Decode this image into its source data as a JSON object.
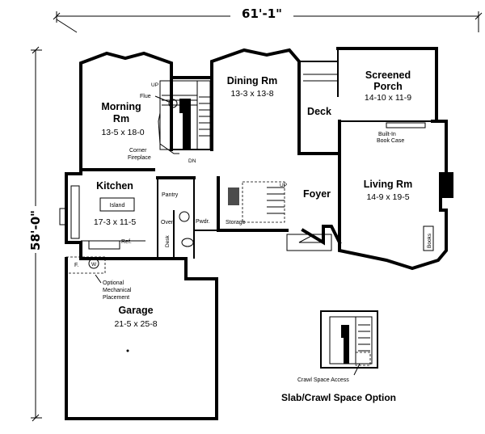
{
  "dimensions": {
    "width": "61'-1\"",
    "depth": "58'-0\""
  },
  "rooms": {
    "morning": {
      "name_line1": "Morning",
      "name_line2": "Rm",
      "size": "13-5 x 18-0"
    },
    "dining": {
      "name": "Dining Rm",
      "size": "13-3 x 13-8"
    },
    "porch": {
      "name_line1": "Screened",
      "name_line2": "Porch",
      "size": "14-10 x 11-9"
    },
    "deck": {
      "name": "Deck"
    },
    "kitchen": {
      "name": "Kitchen",
      "size": "17-3 x 11-5"
    },
    "foyer": {
      "name": "Foyer"
    },
    "living": {
      "name": "Living Rm",
      "size": "14-9 x 19-5"
    },
    "garage": {
      "name": "Garage",
      "size": "21-5 x 25-8"
    }
  },
  "labels": {
    "up_stair": "UP",
    "flue": "Flue",
    "corner_fireplace_1": "Corner",
    "corner_fireplace_2": "Fireplace",
    "dn": "DN",
    "built_in_1": "Built-In",
    "built_in_2": "Book Case",
    "island": "Island",
    "pantry": "Pantry",
    "oven": "Oven",
    "pwdr": "Pwdr.",
    "storage": "Storage",
    "up_foyer": "UP",
    "desk": "Desk",
    "ref": "Ref.",
    "furnace": "F.",
    "washer": "W",
    "mech_1": "Optional",
    "mech_2": "Mechanical",
    "mech_3": "Placement",
    "books": "Books",
    "crawl_access": "Crawl Space Access",
    "slab_option": "Slab/Crawl Space Option"
  }
}
